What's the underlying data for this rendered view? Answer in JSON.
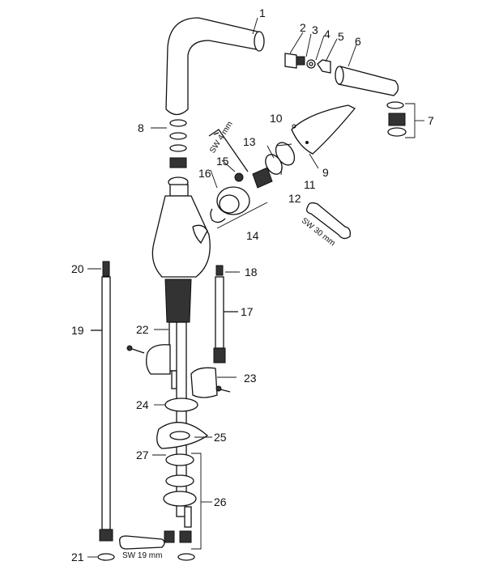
{
  "callouts": [
    "1",
    "2",
    "3",
    "4",
    "5",
    "6",
    "7",
    "8",
    "9",
    "10",
    "11",
    "12",
    "13",
    "14",
    "15",
    "16",
    "17",
    "18",
    "19",
    "20",
    "21",
    "22",
    "23",
    "24",
    "25",
    "26",
    "27"
  ],
  "wrench_labels": {
    "hex_key": "SW 4 mm",
    "spout_wrench": "SW 30 mm",
    "hose_wrench": "SW 19 mm"
  }
}
